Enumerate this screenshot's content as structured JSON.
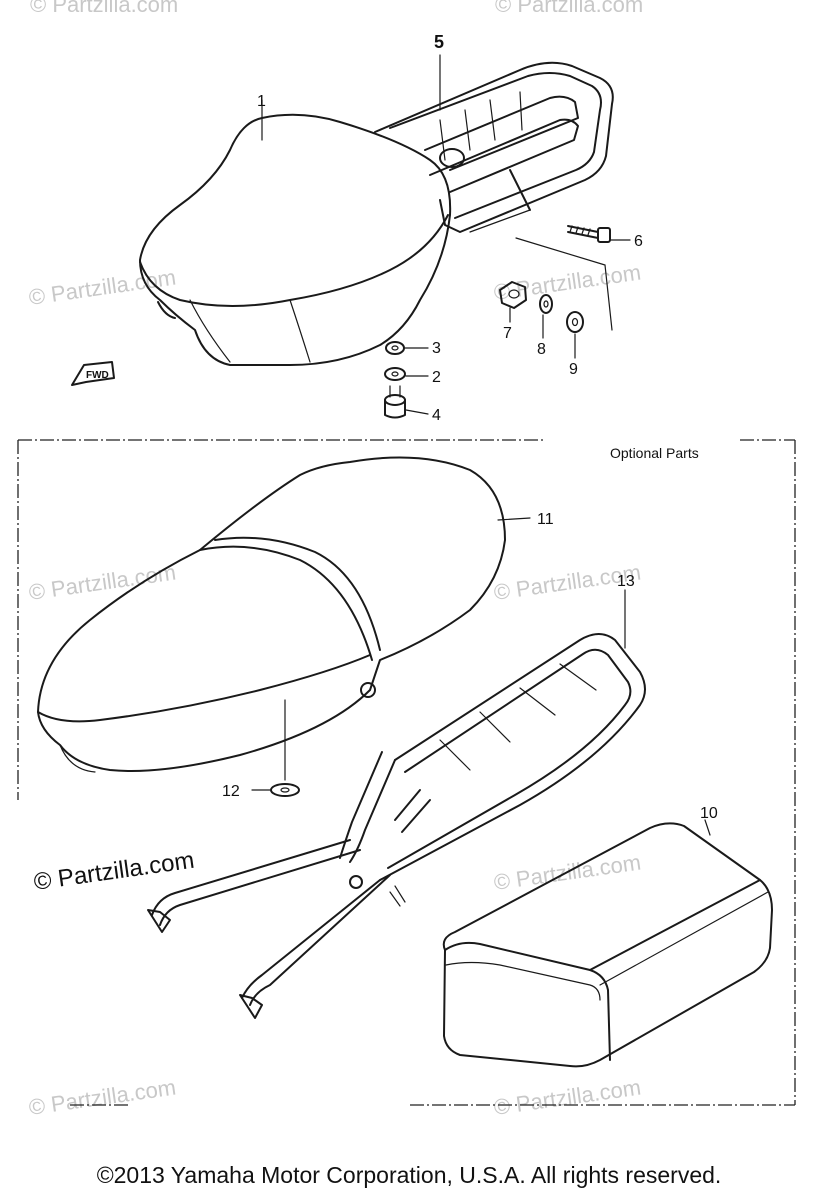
{
  "watermark": "© Partzilla.com",
  "watermark_main": "© Partzilla.com",
  "optional_parts_label": "Optional  Parts",
  "fwd_label": "FWD",
  "copyright": "©2013 Yamaha Motor Corporation, U.S.A. All rights reserved.",
  "callouts": {
    "c1": "1",
    "c2": "2",
    "c3": "3",
    "c4": "4",
    "c5": "5",
    "c6": "6",
    "c7": "7",
    "c8": "8",
    "c9": "9",
    "c10": "10",
    "c11": "11",
    "c12": "12",
    "c13": "13"
  }
}
